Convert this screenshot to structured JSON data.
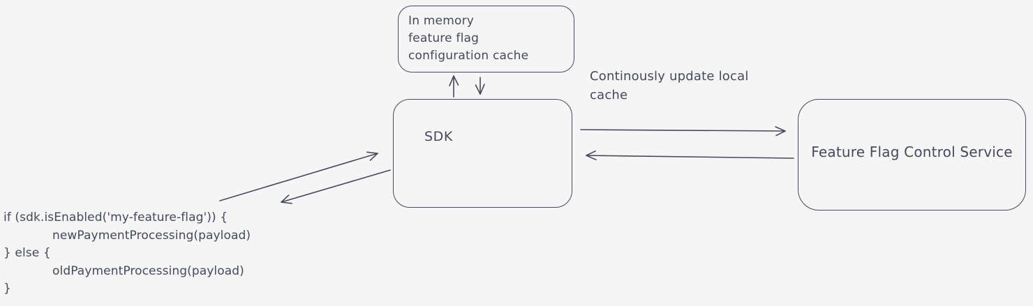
{
  "colors": {
    "stroke": "#444a59",
    "canvas_bg": "#f5f5f6"
  },
  "nodes": {
    "cache": {
      "label": "In memory\nfeature flag\nconfiguration cache"
    },
    "sdk": {
      "label": "SDK"
    },
    "service": {
      "label": "Feature Flag Control Service"
    }
  },
  "labels": {
    "update_cache": "Continously update local\ncache"
  },
  "code": {
    "lines": [
      "if (sdk.isEnabled('my-feature-flag')) {",
      "newPaymentProcessing(payload)",
      "} else {",
      "oldPaymentProcessing(payload)",
      "}"
    ]
  }
}
